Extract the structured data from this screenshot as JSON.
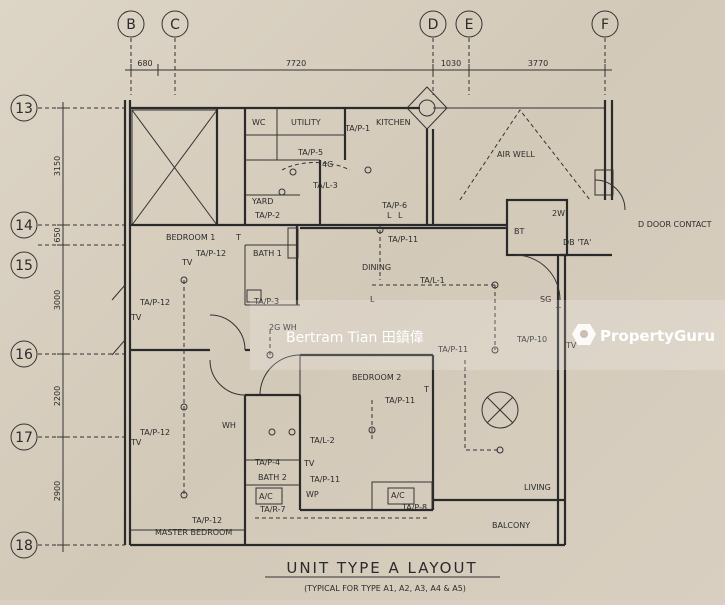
{
  "grid": {
    "columns": [
      "B",
      "C",
      "D",
      "E",
      "F"
    ],
    "rows": [
      "13",
      "14",
      "15",
      "16",
      "17",
      "18"
    ]
  },
  "dimensions": {
    "top": [
      "680",
      "7720",
      "1030",
      "3770"
    ],
    "left": [
      "3150",
      "650",
      "3000",
      "2200",
      "2900"
    ]
  },
  "rooms": {
    "wc": "WC",
    "utility": "UTILITY",
    "kitchen": "KITCHEN",
    "air_well": "AIR WELL",
    "yard": "YARD",
    "bedroom1": "BEDROOM 1",
    "bath1": "BATH 1",
    "dining": "DINING",
    "bedroom2": "BEDROOM 2",
    "bath2": "BATH 2",
    "living": "LIVING",
    "balcony": "BALCONY",
    "master": "MASTER BEDROOM",
    "door_contact": "D DOOR CONTACT"
  },
  "annotations": {
    "tap1": "TA/P-1",
    "tap5": "TA/P-5",
    "l4g": "4G",
    "tal3": "TA/L-3",
    "tap2": "TA/P-2",
    "tap6": "TA/P-6",
    "tap11_dining": "TA/P-11",
    "tap12_bed1": "TA/P-12",
    "db_ta": "DB 'TA'",
    "bt": "BT",
    "sw2": "2W",
    "tal1": "TA/L-1",
    "tap12_left": "TA/P-12",
    "tap3": "TA/P-3",
    "sg": "SG",
    "g2wh": "2G WH",
    "tap10": "TA/P-10",
    "tap11_b2": "TA/P-11",
    "tap11_b2b": "TA/P-11",
    "wh2": "WH",
    "tal2": "TA/L-2",
    "tap12_master": "TA/P-12",
    "tap4": "TA/P-4",
    "tap11_bath2": "TA/P-11",
    "ac_left": "A/C",
    "tar7": "TA/R-7",
    "wp": "WP",
    "ac_right": "A/C",
    "tap8": "TA/P-8",
    "tv": "TV",
    "t": "T",
    "l": "L"
  },
  "title": "UNIT TYPE A LAYOUT",
  "subtitle": "(TYPICAL FOR TYPE A1, A2, A3, A4 & A5)",
  "watermark": {
    "author": "Bertram Tian 田鎮偉",
    "brand": "PropertyGuru"
  }
}
